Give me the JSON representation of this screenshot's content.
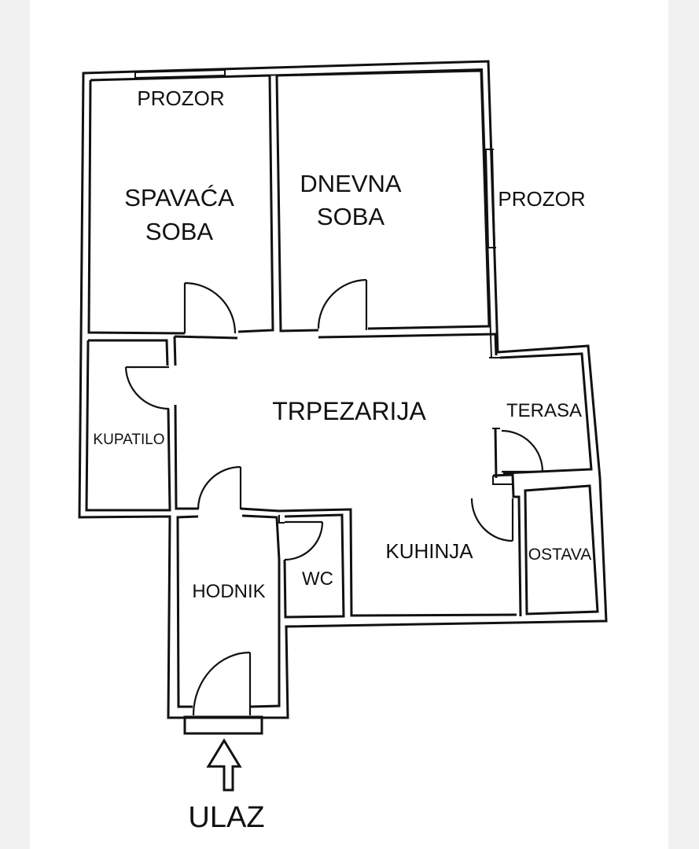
{
  "rooms": {
    "bedroom_window": "PROZOR",
    "bedroom_line1": "SPAVAĆA",
    "bedroom_line2": "SOBA",
    "living_line1": "DNEVNA",
    "living_line2": "SOBA",
    "living_window": "PROZOR",
    "dining": "TRPEZARIJA",
    "terrace": "TERASA",
    "bathroom": "KUPATILO",
    "kitchen": "KUHINJA",
    "pantry": "OSTAVA",
    "hallway": "HODNIK",
    "wc": "WC",
    "entrance": "ULAZ"
  }
}
